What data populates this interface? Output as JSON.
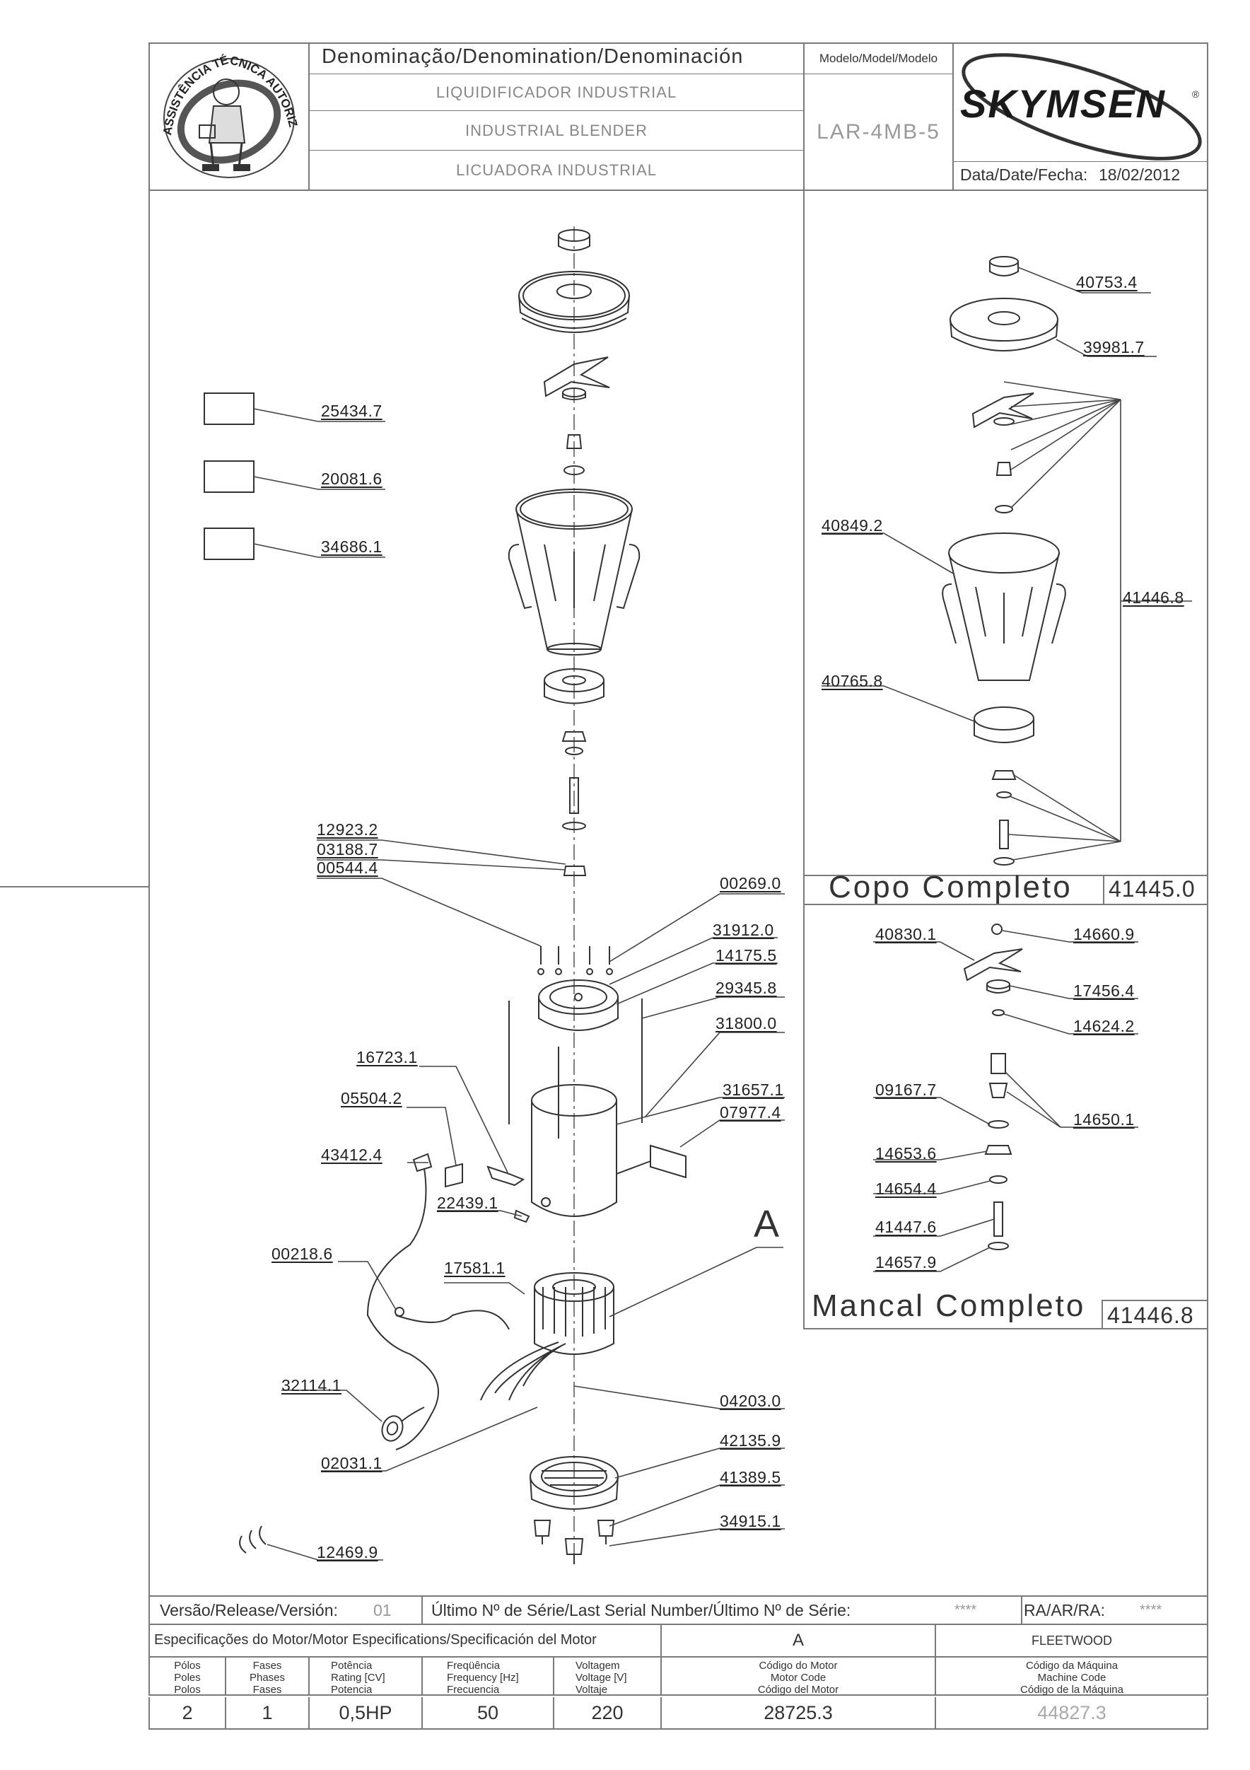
{
  "header": {
    "denomination_title": "Denominação/Denomination/Denominación",
    "names": [
      "LIQUIDIFICADOR INDUSTRIAL",
      "INDUSTRIAL BLENDER",
      "LICUADORA INDUSTRIAL"
    ],
    "model_title": "Modelo/Model/Modelo",
    "model": "LAR-4MB-5",
    "brand": "SKYMSEN",
    "date_label": "Data/Date/Fecha:",
    "date": "18/02/2012",
    "seal_text": "ASSISTÊNCIA TÉCNICA AUTORIZADA"
  },
  "main_labels": [
    "25434.7",
    "20081.6",
    "34686.1",
    "12923.2",
    "03188.7",
    "00544.4",
    "00269.0",
    "31912.0",
    "14175.5",
    "29345.8",
    "31800.0",
    "16723.1",
    "05504.2",
    "31657.1",
    "07977.4",
    "43412.4",
    "22439.1",
    "00218.6",
    "17581.1",
    "32114.1",
    "04203.0",
    "42135.9",
    "02031.1",
    "41389.5",
    "34915.1",
    "12469.9"
  ],
  "detail_marker": "A",
  "copo": {
    "labels": [
      "40753.4",
      "39981.7",
      "40849.2",
      "41446.8",
      "40765.8"
    ],
    "title": "Copo Completo",
    "code": "41445.0"
  },
  "mancal": {
    "labels": [
      "40830.1",
      "14660.9",
      "17456.4",
      "14624.2",
      "09167.7",
      "14650.1",
      "14653.6",
      "14654.4",
      "41447.6",
      "14657.9"
    ],
    "title": "Mancal Completo",
    "code": "41446.8"
  },
  "footer": {
    "version_label": "Versão/Release/Versión:",
    "version": "01",
    "serial_label": "Último Nº de Série/Last Serial Number/Último Nº de Série:",
    "serial": "****",
    "ra_label": "RA/AR/RA:",
    "ra": "****",
    "spec_label": "Especificações do Motor/Motor Especifications/Specificación del Motor",
    "motor_letter": "A",
    "motor_maker": "FLEETWOOD",
    "columns": [
      {
        "h1": "Pólos",
        "h2": "Poles",
        "h3": "Polos",
        "value": "2"
      },
      {
        "h1": "Fases",
        "h2": "Phases",
        "h3": "Fases",
        "value": "1"
      },
      {
        "h1": "Potência",
        "h2": "Rating [CV]",
        "h3": "Potencia",
        "value": "0,5HP"
      },
      {
        "h1": "Freqüência",
        "h2": "Frequency [Hz]",
        "h3": "Frecuencia",
        "value": "50"
      },
      {
        "h1": "Voltagem",
        "h2": "Voltage [V]",
        "h3": "Voltaje",
        "value": "220"
      },
      {
        "h1": "Código do Motor",
        "h2": "Motor Code",
        "h3": "Código del Motor",
        "value": "28725.3"
      },
      {
        "h1": "Código da Máquina",
        "h2": "Machine Code",
        "h3": "Código de la Máquina",
        "value": "44827.3"
      }
    ]
  }
}
